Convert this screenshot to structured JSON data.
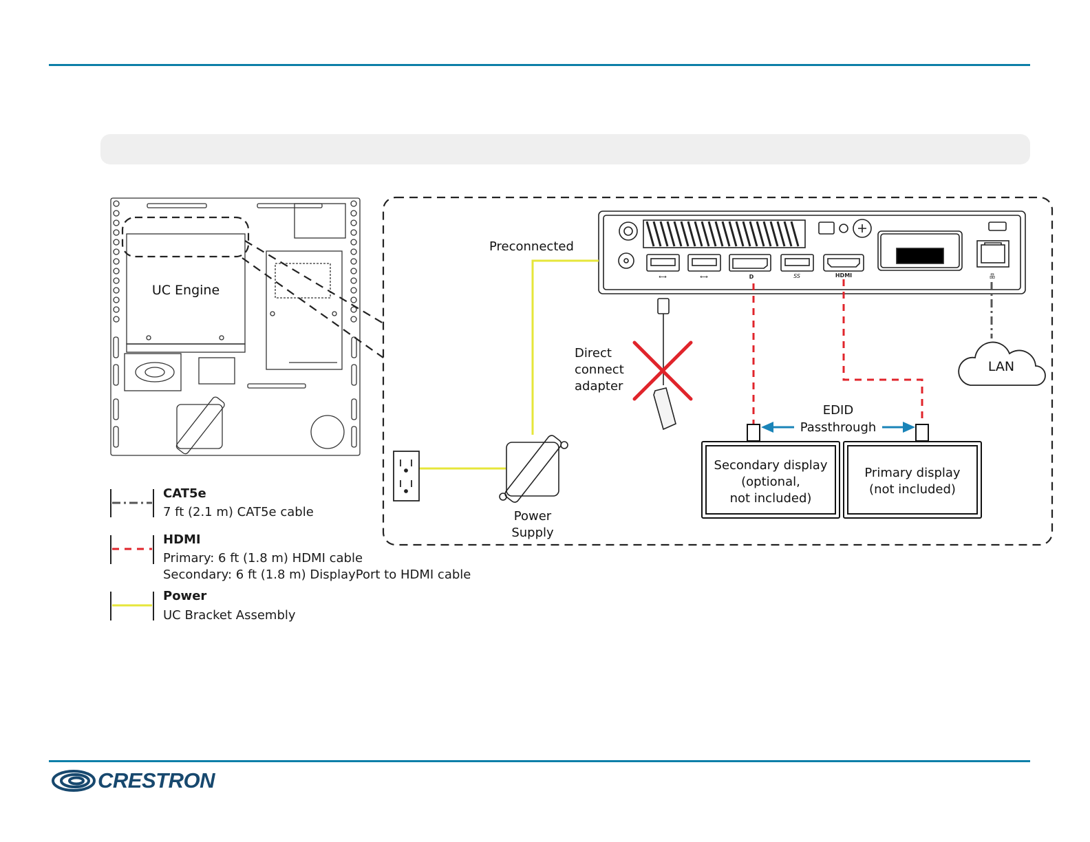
{
  "labels": {
    "uc_engine": "UC Engine",
    "preconnected": "Preconnected",
    "direct_connect": [
      "Direct",
      "connect",
      "adapter"
    ],
    "power_supply": [
      "Power",
      "Supply"
    ],
    "lan": "LAN",
    "edid": [
      "EDID",
      "Passthrough"
    ],
    "secondary_display": [
      "Secondary display",
      "(optional,",
      "not included)"
    ],
    "primary_display": [
      "Primary display",
      "(not included)"
    ],
    "port_hdmi": "HDMI"
  },
  "legend": [
    {
      "title": "CAT5e",
      "desc": [
        "7 ft (2.1 m) CAT5e cable"
      ],
      "line": "dash-dot",
      "color": "#555555"
    },
    {
      "title": "HDMI",
      "desc": [
        "Primary: 6 ft (1.8 m) HDMI cable",
        "Secondary: 6 ft (1.8 m) DisplayPort to HDMI cable"
      ],
      "line": "dashed",
      "color": "#e0242b"
    },
    {
      "title": "Power",
      "desc": [
        "UC Bracket Assembly"
      ],
      "line": "solid",
      "color": "#e6e63a"
    }
  ],
  "brand": {
    "name": "CRESTRON"
  },
  "colors": {
    "rule": "#0d7fa8",
    "hdmi": "#e0242b",
    "power": "#e6e63a",
    "cat5e": "#555555",
    "arrow": "#1a84b8",
    "cross": "#e0242b"
  }
}
